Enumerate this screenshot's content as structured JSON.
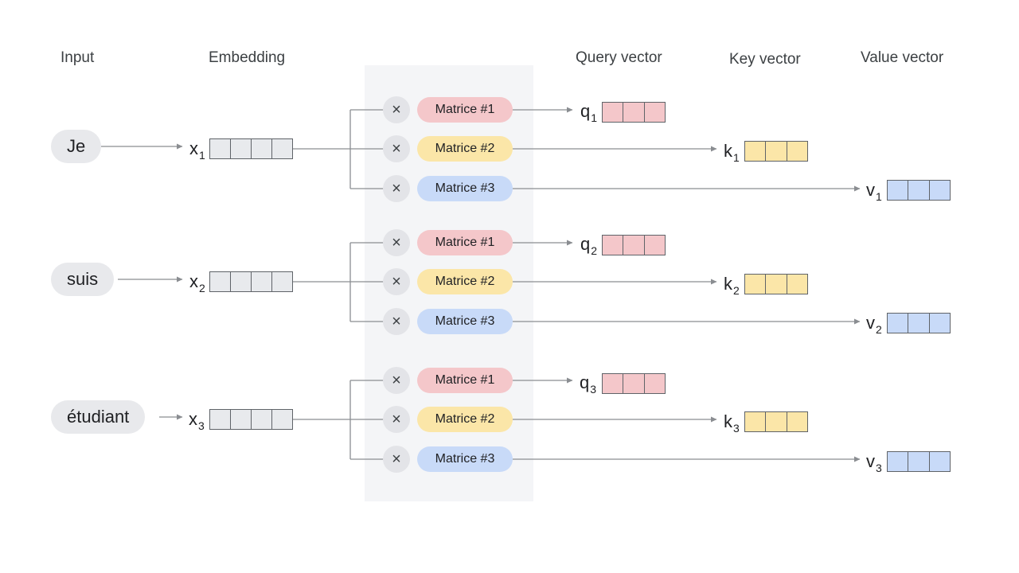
{
  "headers": {
    "input": "Input",
    "embedding": "Embedding",
    "query": "Query vector",
    "key": "Key vector",
    "value": "Value vector"
  },
  "operator_symbol": "×",
  "matrices": {
    "m1": "Matrice #1",
    "m2": "Matrice #2",
    "m3": "Matrice #3"
  },
  "rows": [
    {
      "input": "Je",
      "x": "x",
      "q": "q",
      "k": "k",
      "v": "v",
      "idx": "1"
    },
    {
      "input": "suis",
      "x": "x",
      "q": "q",
      "k": "k",
      "v": "v",
      "idx": "2"
    },
    {
      "input": "étudiant",
      "x": "x",
      "q": "q",
      "k": "k",
      "v": "v",
      "idx": "3"
    }
  ],
  "colors": {
    "query": "#f4c7ca",
    "key": "#fbe6a8",
    "value": "#c8daf8",
    "embedding": "#e8eaed",
    "panel": "#f4f5f7",
    "line": "#8a8d91"
  }
}
